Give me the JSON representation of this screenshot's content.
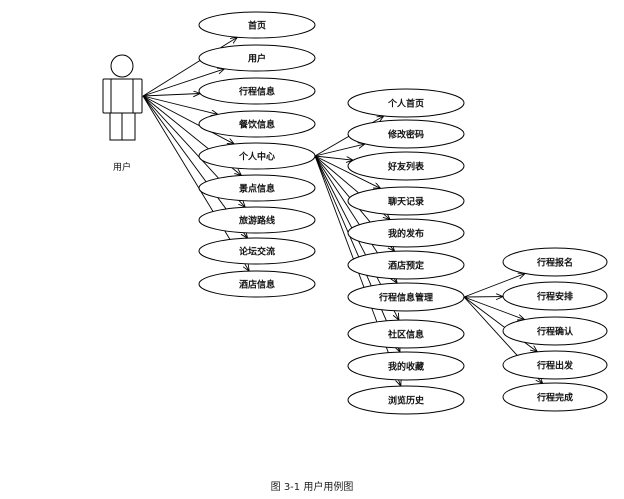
{
  "actor": {
    "label": "用户",
    "icon": "stick-figure-actor-icon"
  },
  "level1": [
    {
      "id": "u-home",
      "label": "首页"
    },
    {
      "id": "u-user",
      "label": "用户"
    },
    {
      "id": "u-trip-info",
      "label": "行程信息"
    },
    {
      "id": "u-dining-info",
      "label": "餐饮信息"
    },
    {
      "id": "u-personal-center",
      "label": "个人中心"
    },
    {
      "id": "u-scenic-info",
      "label": "景点信息"
    },
    {
      "id": "u-travel-route",
      "label": "旅游路线"
    },
    {
      "id": "u-forum",
      "label": "论坛交流"
    },
    {
      "id": "u-hotel-info",
      "label": "酒店信息"
    }
  ],
  "level2": [
    {
      "id": "u-personal-home",
      "label": "个人首页"
    },
    {
      "id": "u-change-password",
      "label": "修改密码"
    },
    {
      "id": "u-friend-list",
      "label": "好友列表"
    },
    {
      "id": "u-chat-log",
      "label": "聊天记录"
    },
    {
      "id": "u-my-posts",
      "label": "我的发布"
    },
    {
      "id": "u-hotel-booking",
      "label": "酒店预定"
    },
    {
      "id": "u-trip-management",
      "label": "行程信息管理"
    },
    {
      "id": "u-community-info",
      "label": "社区信息"
    },
    {
      "id": "u-my-favorites",
      "label": "我的收藏"
    },
    {
      "id": "u-browse-history",
      "label": "浏览历史"
    }
  ],
  "level3": [
    {
      "id": "u-trip-signup",
      "label": "行程报名"
    },
    {
      "id": "u-trip-arrange",
      "label": "行程安排"
    },
    {
      "id": "u-trip-confirm",
      "label": "行程确认"
    },
    {
      "id": "u-trip-depart",
      "label": "行程出发"
    },
    {
      "id": "u-trip-complete",
      "label": "行程完成"
    }
  ],
  "caption": "图 3-1 用户用例图"
}
